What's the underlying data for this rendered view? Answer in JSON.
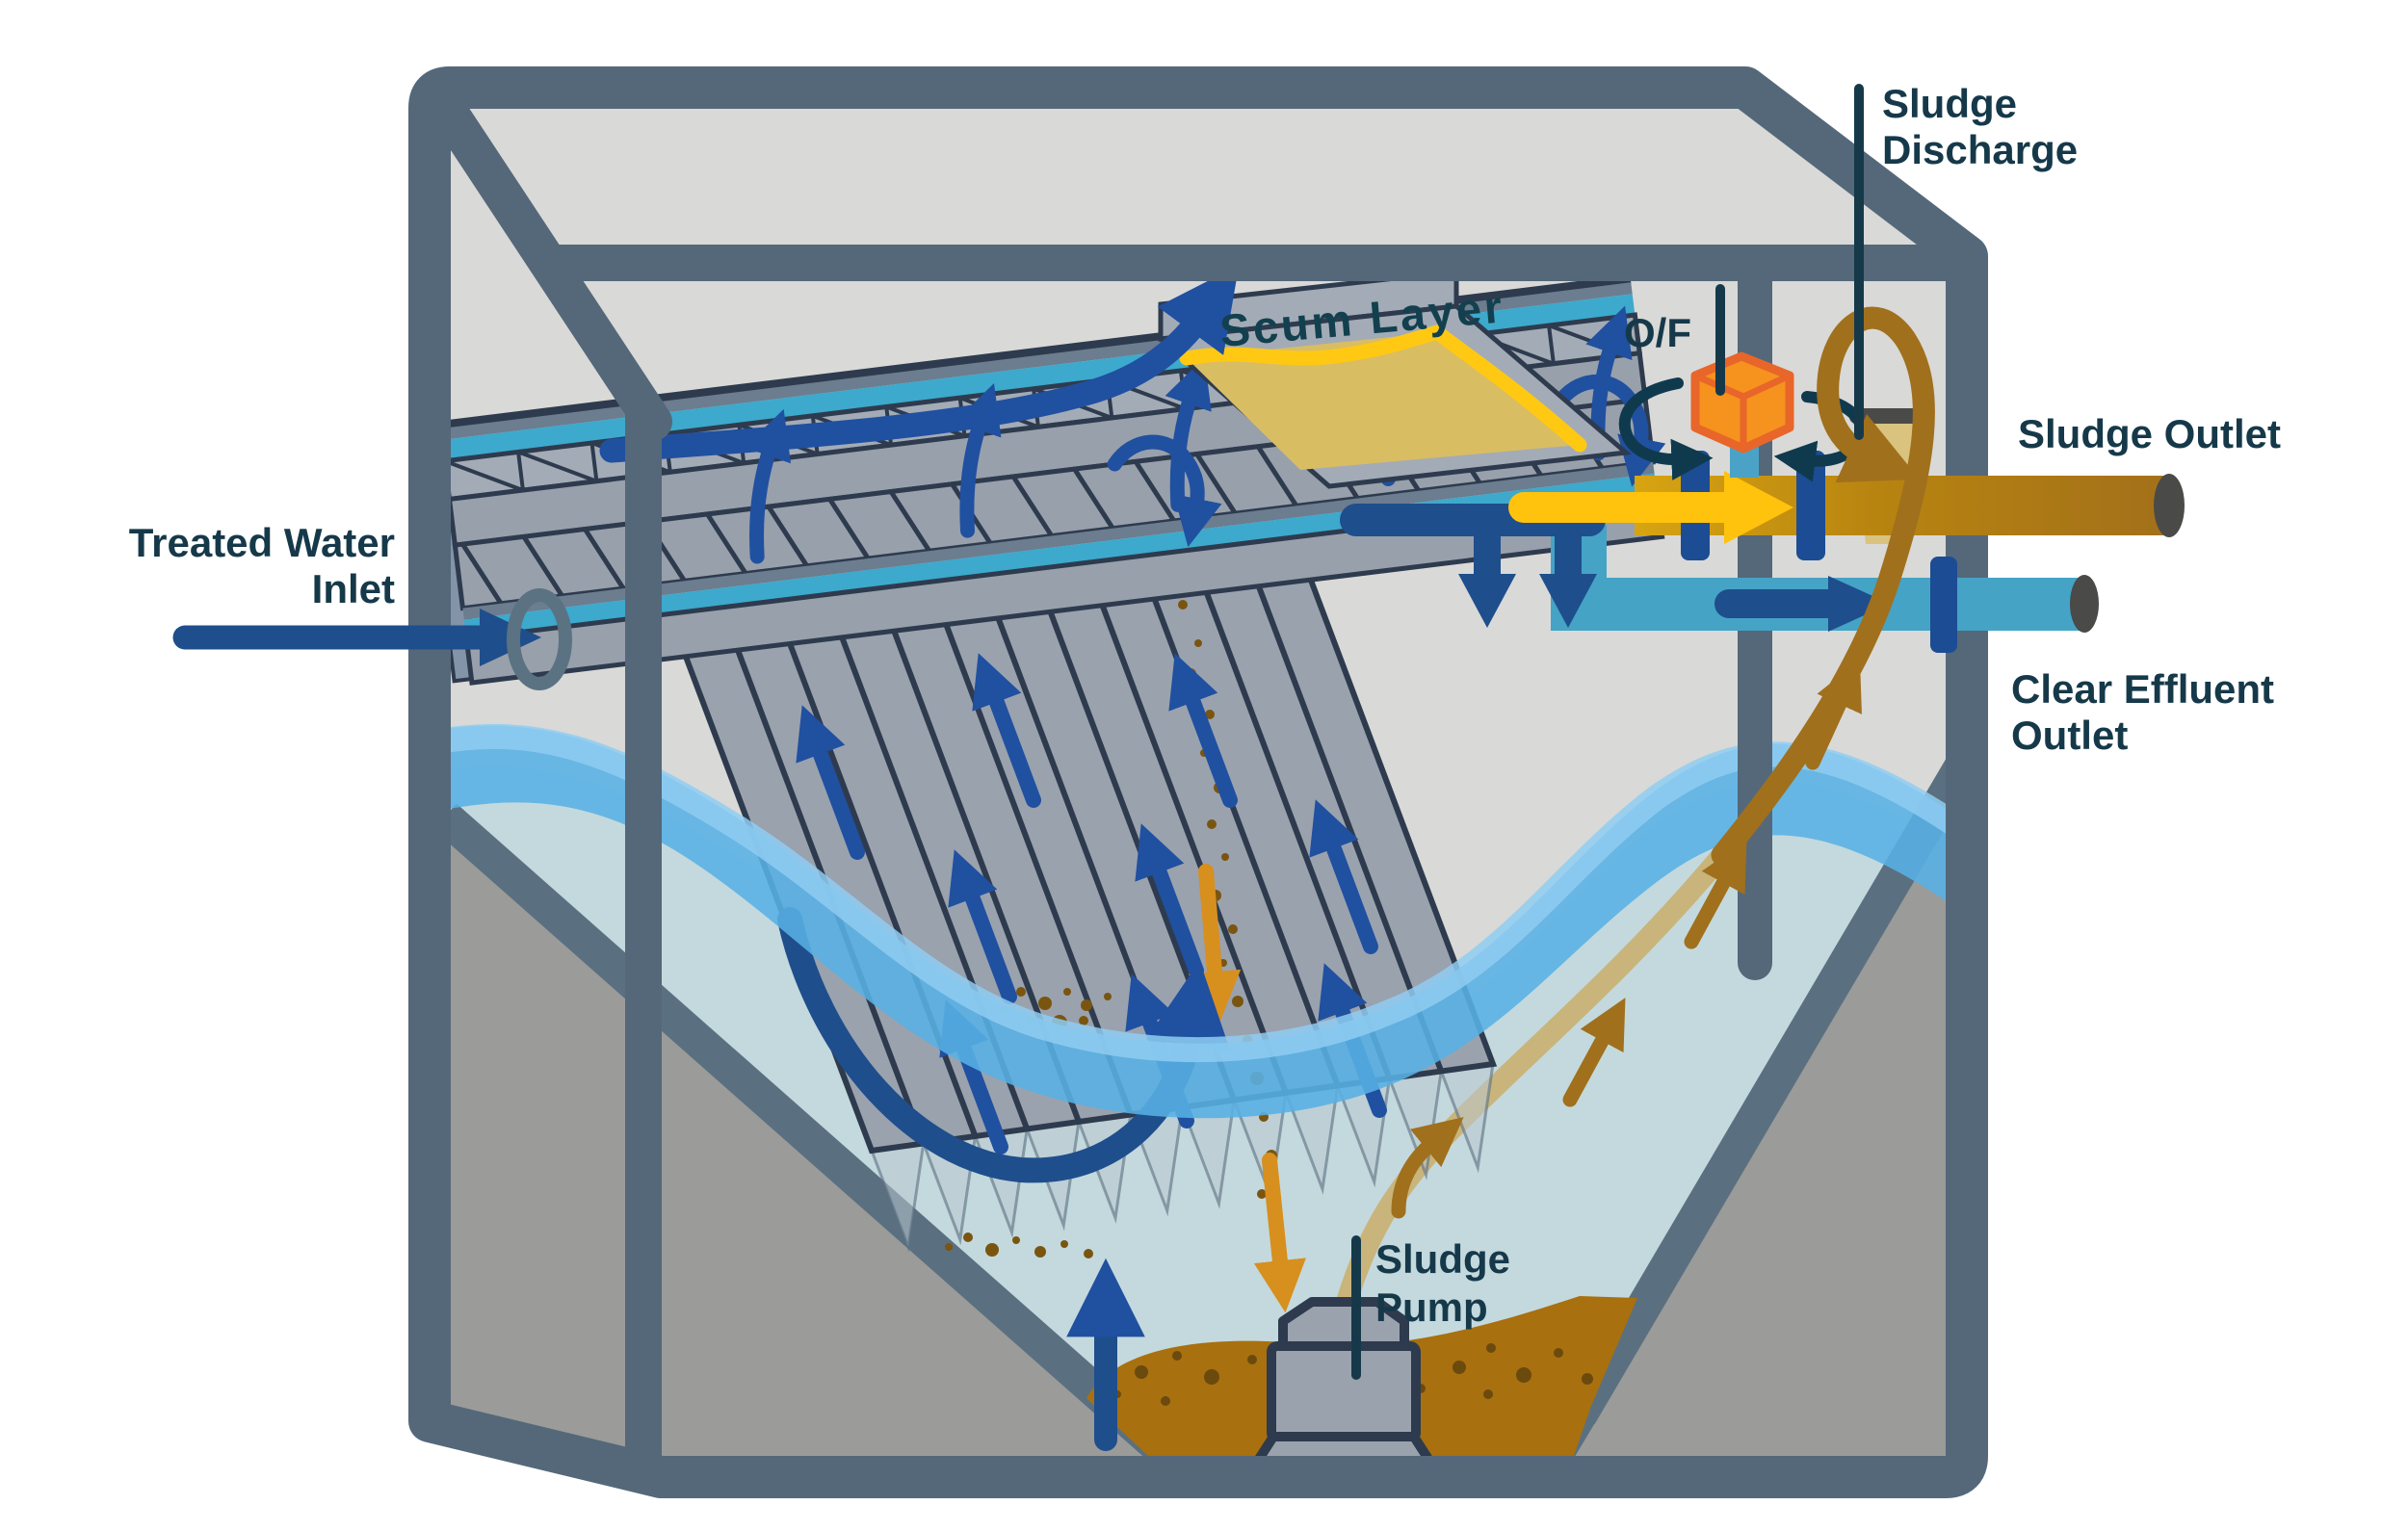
{
  "diagram": {
    "type": "lamella-clarifier-cutaway",
    "labels": {
      "treated_water_inlet": [
        "Treated Water",
        "Inlet"
      ],
      "scum_layer": "Scum Layer",
      "overflow": "O/F",
      "sludge_discharge": [
        "Sludge",
        "Discharge"
      ],
      "sludge_outlet": "Sludge Outlet",
      "clear_effluent_outlet": [
        "Clear Effluent",
        "Outlet"
      ],
      "sludge_pump": [
        "Sludge",
        "Pump"
      ]
    },
    "colors": {
      "frame_slate": "#54687a",
      "interior_gray": "#d9d9d7",
      "wall_gray": "#9b9b99",
      "underwater": "#c4d9dd",
      "water_surface": "#58b1e5",
      "water_surface_light": "#8fcdf2",
      "platform_gray": "#9aa2ae",
      "outline_dark": "#2e3b4e",
      "launder_teal": "#3da9cc",
      "flow_blue": "#2050a0",
      "flow_blue_dark": "#1f4e8c",
      "rotation_teal": "#0f3a4e",
      "valve_orange": "#f6921e",
      "valve_orange_stroke": "#e8662a",
      "scum_yellow": "#ffc913",
      "scum_fill": "#d9bd62",
      "gold_pipe": "#c8920f",
      "gold_pipe_dark": "#a3701a",
      "yellow_arrow": "#ffc20d",
      "sludge_brown": "#a8700f",
      "brown_arrow": "#a0701d",
      "fall_arrow_gold": "#d78f1e",
      "suction_khaki": "#c9b47b",
      "funnel_khaki": "#d9c37e",
      "flange_blue": "#1c4c94",
      "pipe_cap": "#4a4a48",
      "label_text": "#16394a"
    }
  }
}
